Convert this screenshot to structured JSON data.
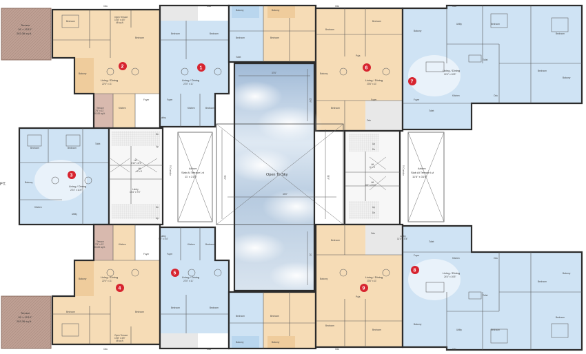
{
  "center": {
    "open_to_sky": "Open To Sky",
    "dim_top": "37'6\"",
    "dim_right": "22'6\"",
    "dim_mid": "43'0\"",
    "dim_left": "76'0\"",
    "dim_right2": "31'6\"",
    "dim_bottom": "22'"
  },
  "atriums": [
    {
      "line1": "Atrium",
      "line2": "Slab At Terrace Lvl",
      "line3": "11' x 21'6\"",
      "corridor": "5' Corridor"
    },
    {
      "line1": "Atrium",
      "line2": "Slab At Terrace Lvl",
      "line3": "11'6\" x 31'6\"",
      "corridor": "5' Corridor"
    }
  ],
  "edge_text": "FT.",
  "terraces": [
    {
      "name": "Terrace",
      "dim": "16' x 15'10\"",
      "area": "263.36 sq.ft."
    },
    {
      "name": "Terrace",
      "dim": "16' x 15'10\"",
      "area": "263.36 sq.ft."
    }
  ],
  "units": [
    {
      "number": "1",
      "living": "Living / Dining",
      "living_dim": "22'0\" x 11'"
    },
    {
      "number": "2",
      "living": "Living / Dining",
      "living_dim": "22'4\" x 11'"
    },
    {
      "number": "3",
      "living": "Living / Dining",
      "living_dim": "23'4\" x 11'6\""
    },
    {
      "number": "4",
      "living": "Living / Dining",
      "living_dim": "22'4\" x 11'"
    },
    {
      "number": "5",
      "living": "Living / Dining",
      "living_dim": "22'0\" x 11'"
    },
    {
      "number": "6",
      "living": "Living / Dining",
      "living_dim": "23'6\" x 11'"
    },
    {
      "number": "7",
      "living": "Living / Dining",
      "living_dim": "24'4\" x 16'5\""
    },
    {
      "number": "8",
      "living": "Living / Dining",
      "living_dim": "24'4\" x 16'5\""
    },
    {
      "number": "9",
      "living": "Living / Dining",
      "living_dim": "23'6\" x 11'"
    }
  ],
  "rooms": {
    "bedroom": "Bedroom",
    "balcony": "Balcony",
    "kitchen": "Kitchen",
    "toilet": "Toilet",
    "foyer": "Foyer",
    "utility": "Utility",
    "odu": "Odu",
    "lobby": "Lobby",
    "lift": "Lift",
    "pooja": "Puja",
    "open_terrace": "Open Terrace",
    "terrace": "Terrace",
    "up": "Up",
    "dn": "Dn"
  },
  "labels": {
    "lift_a": "6'10\" x 8'0\"",
    "lift_b": "6' x 6'",
    "lobby_a": "13'4\" x 7'6\"",
    "lift_c": "6' x 6'",
    "lift_d": "8'3\" x 8'10\"",
    "lobby_b": "9'7\" x 5'4\"",
    "lobby_c": "11'0\" x 5'4\"",
    "terrace_small_a": "7'6\" x 11'",
    "terrace_small_a_area": "81.83 sq.ft.",
    "terrace_small_b": "7'6\" x 11'",
    "terrace_small_b_area": "81.83 sq.ft.",
    "open_terrace_a": "10'8\" x 4'5\"",
    "open_terrace_a_area": "48 sq.ft.",
    "open_terrace_b": "10'8\" x 4'5\"",
    "open_terrace_b_area": "48 sq.ft."
  },
  "colors": {
    "blue": "#cfe3f4",
    "blue_dark": "#b9d6ee",
    "tan": "#f6dcb6",
    "tan_dark": "#efcc9c",
    "terrace": "#c9a79c",
    "grey": "#e8e8e8",
    "badge": "#d7242f"
  }
}
